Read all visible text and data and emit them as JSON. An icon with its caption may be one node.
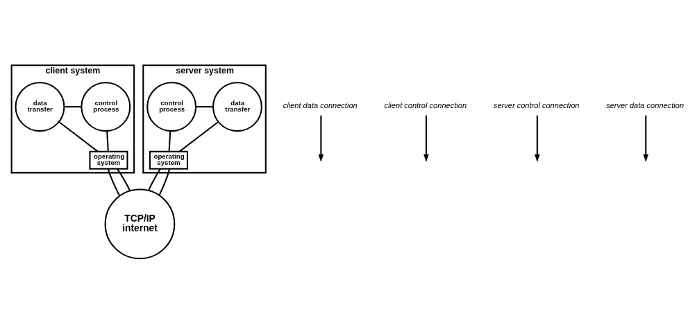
{
  "diagram": {
    "nodes": [
      {
        "text": [
          "client system"
        ]
      },
      {
        "text": [
          "data transfer"
        ],
        "in": 0
      },
      {
        "text": [
          "control process"
        ],
        "in": 0
      },
      {
        "text": [
          "operating system"
        ],
        "in": 0
      },
      {
        "text": [
          "server system"
        ]
      },
      {
        "text": [
          "control process"
        ],
        "in": 4
      },
      {
        "text": [
          "data transfer"
        ],
        "in": 4
      },
      {
        "text": [
          "operating system"
        ],
        "in": 4
      },
      {
        "text": [
          "TCP/IP internet"
        ]
      },
      {
        "text": [
          "client data connection"
        ]
      },
      {
        "text": [
          "client control connection"
        ]
      },
      {
        "text": [
          "server control connection"
        ]
      },
      {
        "text": [
          "server data connection"
        ]
      }
    ],
    "edges": [
      {
        "from": 1,
        "to": 2,
        "arrow": "none"
      },
      {
        "from": 1,
        "to": 3,
        "arrow": "none"
      },
      {
        "from": 2,
        "to": 3,
        "arrow": "none"
      },
      {
        "from": 5,
        "to": 6,
        "arrow": "none"
      },
      {
        "from": 5,
        "to": 7,
        "arrow": "none"
      },
      {
        "from": 6,
        "to": 7,
        "arrow": "none"
      },
      {
        "from": 3,
        "to": 8,
        "arrow": "none"
      },
      {
        "from": 3,
        "to": 8,
        "arrow": "none"
      },
      {
        "from": 7,
        "to": 8,
        "arrow": "none"
      },
      {
        "from": 7,
        "to": 8,
        "arrow": "none"
      },
      {
        "from": 9,
        "to": null,
        "arrow": "to"
      },
      {
        "from": 10,
        "to": null,
        "arrow": "to"
      },
      {
        "from": 11,
        "to": null,
        "arrow": "to"
      },
      {
        "from": 12,
        "to": null,
        "arrow": "to"
      }
    ]
  }
}
